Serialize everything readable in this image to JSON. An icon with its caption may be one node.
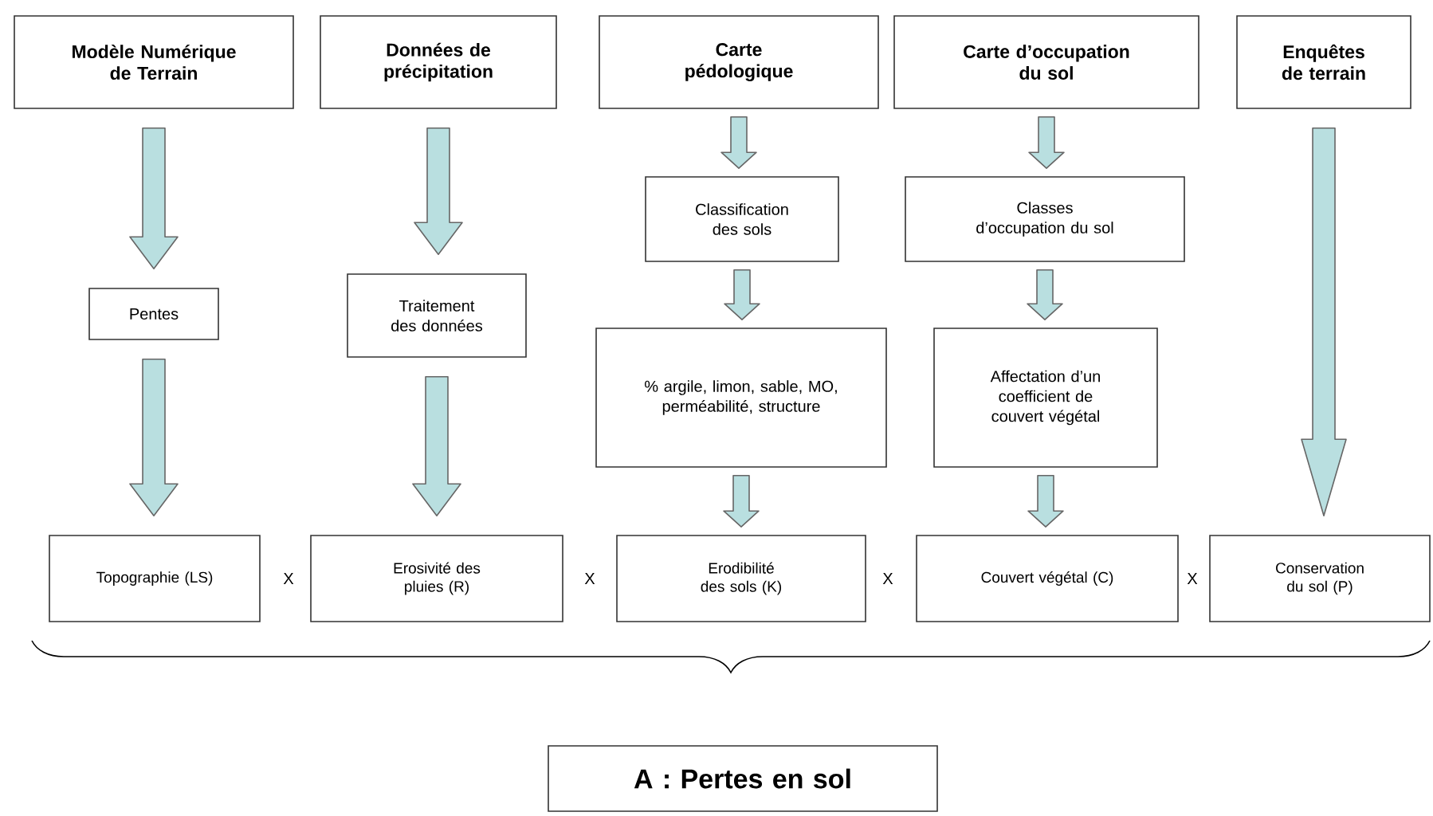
{
  "diagram": {
    "nodes": [
      {
        "text": [
          "Modèle Numérique de Terrain"
        ]
      },
      {
        "text": [
          "Données de précipitation"
        ]
      },
      {
        "text": [
          "Carte pédologique"
        ]
      },
      {
        "text": [
          "Carte d’occupation du sol"
        ]
      },
      {
        "text": [
          "Enquêtes de terrain"
        ]
      },
      {
        "text": [
          "Pentes"
        ]
      },
      {
        "text": [
          "Traitement des données"
        ]
      },
      {
        "text": [
          "Classification des sols"
        ]
      },
      {
        "text": [
          "Classes d’occupation du sol"
        ]
      },
      {
        "text": [
          "% argile, limon, sable, MO, perméabilité, structure"
        ]
      },
      {
        "text": [
          "Affectation d’un coefficient de couvert végétal"
        ]
      },
      {
        "text": [
          "Topographie (LS)"
        ]
      },
      {
        "text": [
          "Erosivité des pluies (R)"
        ]
      },
      {
        "text": [
          "Erodibilité des sols (K)"
        ]
      },
      {
        "text": [
          "Couvert végétal (C)"
        ]
      },
      {
        "text": [
          "Conservation du sol (P)"
        ]
      },
      {
        "text": [
          "A : Pertes en sol"
        ]
      }
    ],
    "edges": [
      {
        "from": 0,
        "to": 5,
        "arrow": "to"
      },
      {
        "from": 5,
        "to": 11,
        "arrow": "to"
      },
      {
        "from": 1,
        "to": 6,
        "arrow": "to"
      },
      {
        "from": 6,
        "to": 12,
        "arrow": "to"
      },
      {
        "from": 2,
        "to": 7,
        "arrow": "to"
      },
      {
        "from": 7,
        "to": 9,
        "arrow": "to"
      },
      {
        "from": 9,
        "to": 13,
        "arrow": "to"
      },
      {
        "from": 3,
        "to": 8,
        "arrow": "to"
      },
      {
        "from": 8,
        "to": 10,
        "arrow": "to"
      },
      {
        "from": 10,
        "to": 14,
        "arrow": "to"
      },
      {
        "from": 4,
        "to": 15,
        "arrow": "to"
      }
    ],
    "labels": [
      "X",
      "X",
      "X",
      "X"
    ]
  }
}
